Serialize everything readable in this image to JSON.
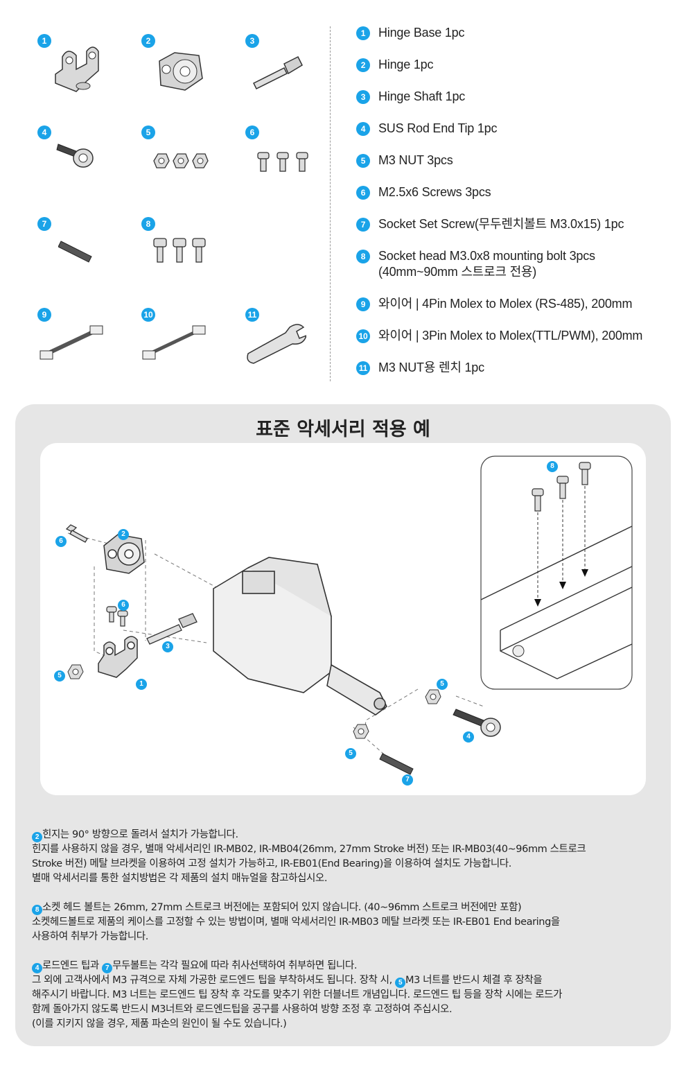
{
  "parts": {
    "items": [
      {
        "num": "1",
        "label": "Hinge Base 1pc"
      },
      {
        "num": "2",
        "label": "Hinge 1pc"
      },
      {
        "num": "3",
        "label": "Hinge Shaft 1pc"
      },
      {
        "num": "4",
        "label": "SUS Rod End Tip 1pc"
      },
      {
        "num": "5",
        "label": "M3 NUT 3pcs"
      },
      {
        "num": "6",
        "label": "M2.5x6 Screws 3pcs"
      },
      {
        "num": "7",
        "label": "Socket Set Screw(무두렌치볼트 M3.0x15) 1pc"
      },
      {
        "num": "8",
        "label": "Socket head M3.0x8 mounting bolt 3pcs\n(40mm~90mm 스트로크 전용)"
      },
      {
        "num": "9",
        "label": "와이어 | 4Pin Molex to Molex (RS-485), 200mm"
      },
      {
        "num": "10",
        "label": "와이어 | 3Pin Molex to Molex(TTL/PWM), 200mm"
      },
      {
        "num": "11",
        "label": "M3 NUT용 렌치 1pc"
      }
    ]
  },
  "example": {
    "title": "표준 악세서리 적용 예",
    "callouts": {
      "c1": "1",
      "c2": "2",
      "c3": "3",
      "c4": "4",
      "c5": "5",
      "c6": "6",
      "c7": "7",
      "c8": "8"
    }
  },
  "notes": {
    "p1": {
      "badge": "2",
      "l1": "힌지는 90° 방향으로 돌려서 설치가 가능합니다.",
      "l2": "힌지를 사용하지 않을 경우, 별매 악세서리인 IR-MB02, IR-MB04(26mm, 27mm Stroke 버전) 또는 IR-MB03(40~96mm 스트로크",
      "l3": "Stroke 버전)  메탈 브라켓을 이용하여 고정 설치가 가능하고, IR-EB01(End Bearing)을 이용하여 설치도 가능합니다.",
      "l4": "별매 악세서리를 통한 설치방법은 각 제품의 설치 매뉴얼을 참고하십시오."
    },
    "p2": {
      "badge": "8",
      "l1": "소켓 헤드 볼트는 26mm, 27mm 스트로크 버전에는 포함되어 있지 않습니다. (40~96mm 스트로크 버전에만 포함)",
      "l2": "소켓헤드볼트로 제품의 케이스를 고정할 수 있는 방법이며, 별매 악세서리인 IR-MB03 메탈 브라켓 또는 IR-EB01 End bearing을",
      "l3": "사용하여 취부가 가능합니다."
    },
    "p3": {
      "badge_a": "4",
      "t1": "로드엔드 팁과 ",
      "badge_b": "7",
      "t2": "무두볼트는 각각 필요에 따라 취사선택하여 취부하면 됩니다.",
      "l2a": "그 외에 고객사에서 M3 규격으로 자체 가공한 로드엔드 팁을 부착하셔도 됩니다. 장착 시, ",
      "badge_c": "5",
      "l2b": "M3 너트를 반드시 체결 후 장착을",
      "l3": "해주시기 바랍니다. M3 너트는 로드엔드 팁 장착 후 각도를 맞추기 위한 더블너트 개념입니다. 로드엔드 팁 등을 장착 시에는 로드가",
      "l4": "함께 돌아가지 않도록 반드시 M3너트와 로드엔드팁을 공구를 사용하여 방향 조정 후 고정하여 주십시오.",
      "l5": "(이를 지키지 않을 경우, 제품 파손의 원인이 될 수도 있습니다.)"
    }
  },
  "colors": {
    "accent": "#1aa3e8",
    "panel": "#e6e6e6"
  }
}
